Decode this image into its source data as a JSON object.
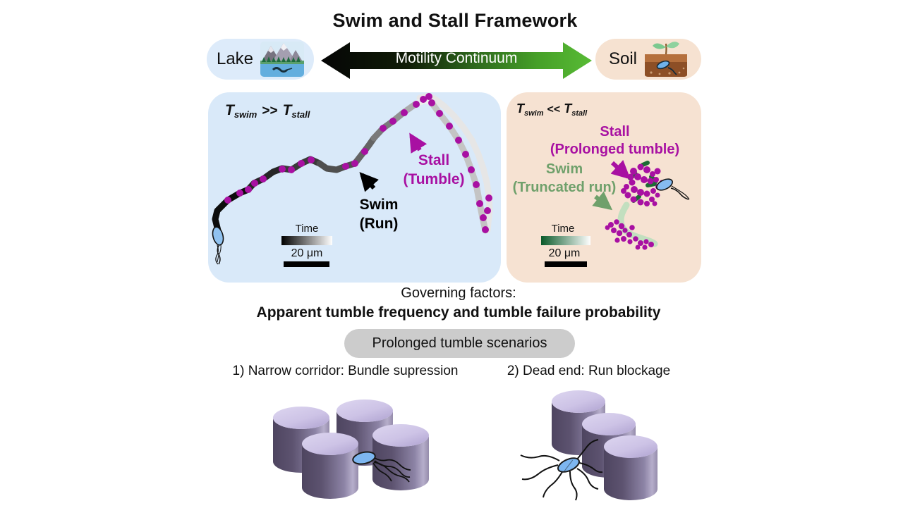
{
  "title": "Swim and Stall Framework",
  "continuum": {
    "label": "Motility Continuum",
    "start_color": "#000000",
    "end_color": "#58bb35"
  },
  "environments": {
    "lake": {
      "label": "Lake",
      "badge_bg": "#ddebfa",
      "icon": "mountain-lake-icon"
    },
    "soil": {
      "label": "Soil",
      "badge_bg": "#f6e2d1",
      "icon": "plant-soil-icon"
    }
  },
  "lake_panel": {
    "bg": "#d9e9f9",
    "condition": {
      "t": "T",
      "sub1": "swim",
      "op": ">>",
      "t2": "T",
      "sub2": "stall"
    },
    "stall_label": {
      "line1": "Stall",
      "line2": "(Tumble)",
      "color": "#a810a2"
    },
    "swim_label": {
      "line1": "Swim",
      "line2": "(Run)",
      "color": "#000000"
    },
    "colorbar": {
      "label": "Time",
      "start_color": "#000000",
      "end_color": "#ffffff"
    },
    "scalebar": {
      "label": "20 μm"
    },
    "trajectory_dot_color": "#a810a2"
  },
  "soil_panel": {
    "bg": "#f6e2d2",
    "condition": {
      "t": "T",
      "sub1": "swim",
      "op": "<<",
      "t2": "T",
      "sub2": "stall"
    },
    "stall_label": {
      "line1": "Stall",
      "line2": "(Prolonged tumble)",
      "color": "#a810a2"
    },
    "swim_label": {
      "line1": "Swim",
      "line2": "(Truncated run)",
      "color": "#6fa06b"
    },
    "colorbar": {
      "label": "Time",
      "start_color": "#0a5a2a",
      "end_color": "#ffffff"
    },
    "scalebar": {
      "label": "20 μm"
    },
    "trajectory_dot_color": "#a810a2",
    "run_path_color": "#c2dfbf"
  },
  "governing": {
    "line1": "Governing factors:",
    "line2": "Apparent tumble frequency and tumble failure probability"
  },
  "scenarios": {
    "header": "Prolonged tumble scenarios",
    "header_bg": "#cccccc",
    "item1": "1) Narrow corridor: Bundle supression",
    "item2": "2) Dead end: Run blockage",
    "pillar_color": "#6b6180",
    "bacterium_color": "#7db6f0"
  }
}
